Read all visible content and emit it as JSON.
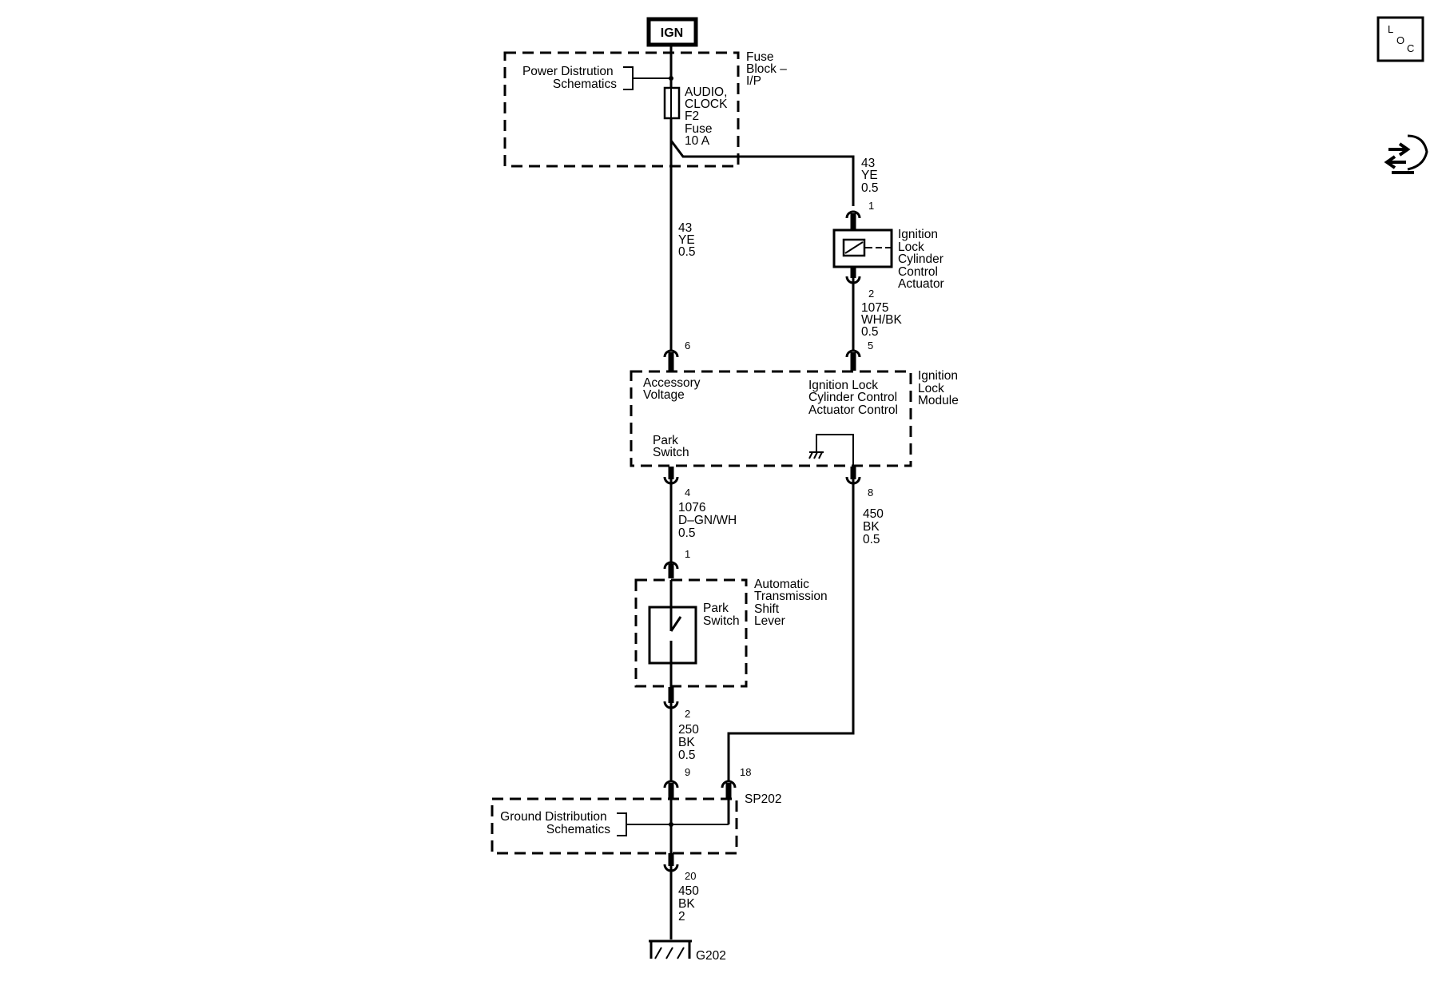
{
  "power": {
    "label": "IGN"
  },
  "fuse_block": {
    "name": [
      "Fuse",
      "Block –",
      "I/P"
    ],
    "power_dist": [
      "Power Distrution",
      "Schematics"
    ],
    "fuse": [
      "AUDIO,",
      "CLOCK",
      "F2",
      "Fuse",
      "10 A"
    ]
  },
  "wires": {
    "w43_main": [
      "43",
      "YE",
      "0.5"
    ],
    "w43_act": [
      "43",
      "YE",
      "0.5"
    ],
    "w1075": [
      "1075",
      "WH/BK",
      "0.5"
    ],
    "w1076": [
      "1076",
      "D–GN/WH",
      "0.5"
    ],
    "w450_mod": [
      "450",
      "BK",
      "0.5"
    ],
    "w250": [
      "250",
      "BK",
      "0.5"
    ],
    "w450_gnd": [
      "450",
      "BK",
      "2"
    ]
  },
  "pins": {
    "act_1": "1",
    "act_2": "2",
    "mod_6": "6",
    "mod_5": "5",
    "mod_4": "4",
    "mod_8": "8",
    "sw_1": "1",
    "sw_2": "2",
    "gnd_9": "9",
    "gnd_18": "18",
    "gnd_20": "20"
  },
  "actuator": {
    "name": [
      "Ignition",
      "Lock",
      "Cylinder",
      "Control",
      "Actuator"
    ]
  },
  "module": {
    "name": [
      "Ignition",
      "Lock",
      "Module"
    ],
    "accessory": [
      "Accessory",
      "Voltage"
    ],
    "actuator_control": [
      "Ignition Lock",
      "Cylinder Control",
      "Actuator Control"
    ],
    "park_switch": [
      "Park",
      "Switch"
    ]
  },
  "shift_lever": {
    "name": [
      "Automatic",
      "Transmission",
      "Shift",
      "Lever"
    ],
    "switch": [
      "Park",
      "Switch"
    ]
  },
  "ground": {
    "splice": "SP202",
    "ground_dist": [
      "Ground Distribution",
      "Schematics"
    ],
    "ground_point": "G202"
  },
  "corner": {
    "loc": [
      "L",
      "O",
      "C"
    ]
  }
}
